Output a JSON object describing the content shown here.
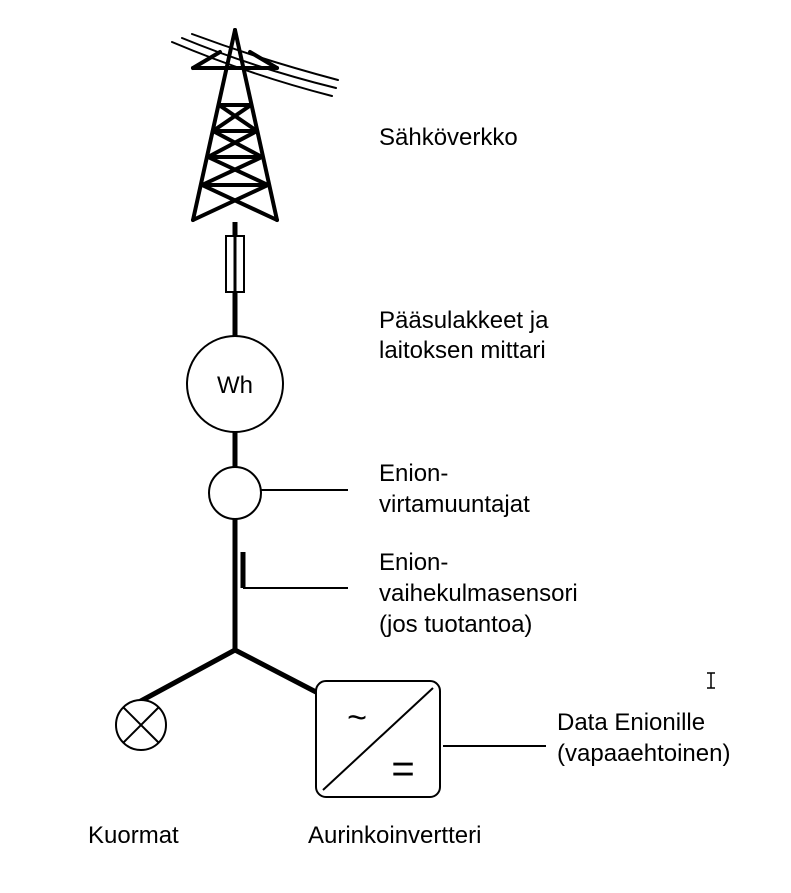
{
  "labels": {
    "grid": "Sähköverkko",
    "main_fuses_line1": "Pääsulakkeet ja",
    "main_fuses_line2": "laitoksen mittari",
    "meter_symbol": "Wh",
    "ct_line1": "Enion-",
    "ct_line2": "virtamuuntajat",
    "phase_line1": "Enion-",
    "phase_line2": "vaihekulmasensori",
    "phase_line3": "(jos tuotantoa)",
    "data_line1": "Data Enionille",
    "data_line2": "(vapaaehtoinen)",
    "loads": "Kuormat",
    "inverter": "Aurinkoinvertteri",
    "inverter_ac_symbol": "~",
    "inverter_dc_symbol": "="
  },
  "colors": {
    "line": "#000000",
    "background": "#ffffff"
  }
}
